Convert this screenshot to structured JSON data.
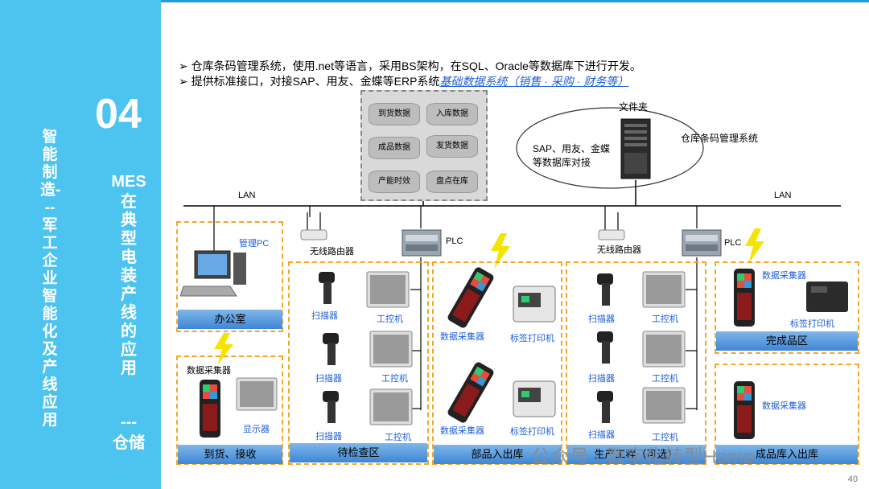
{
  "sidebar": {
    "number": "04",
    "title_col1": "智能制造---军工企业智能化及产线应用",
    "title_col2_line1": "MES",
    "title_col2_rest": "在典型电装产线的应用",
    "title_col2_sep": "---",
    "title_col2_end": "仓储"
  },
  "bullets": {
    "b1": "➢ 仓库条码管理系统，使用.net等语言，采用BS架构，在SQL、Oracle等数据库下进行开发。",
    "b2_prefix": "➢ 提供标准接口，对接SAP、用友、金蝶等ERP系统",
    "b2_link": "基础数据系统（销售 · 采购 · 财务等）"
  },
  "databases": [
    "到货数据",
    "入库数据",
    "成品数据",
    "发货数据",
    "产能时效",
    "盘点在库"
  ],
  "top": {
    "folder": "文件夹",
    "erp_text_1": "SAP、用友、金蝶",
    "erp_text_2": "等数据库对接",
    "server_label": "仓库条码管理系统",
    "lan_left": "LAN",
    "lan_right": "LAN"
  },
  "devices": {
    "mgmt_pc": "管理PC",
    "router1": "无线路由器",
    "router2": "无线路由器",
    "plc1": "PLC",
    "plc2": "PLC",
    "collector": "数据采集器",
    "display": "显示器",
    "scanner": "扫描器",
    "ipc": "工控机",
    "label_printer": "标签打印机"
  },
  "zones": {
    "office": "办公室",
    "receiving": "到货、接收",
    "inspection": "待检查区",
    "parts_in_out": "部品入出库",
    "production": "生产工程（可选）",
    "finished_area": "完成品区",
    "finished_in_out": "成品库入出库"
  },
  "watermark": "公众号 · 数字化转型Home",
  "page_number": "40"
}
